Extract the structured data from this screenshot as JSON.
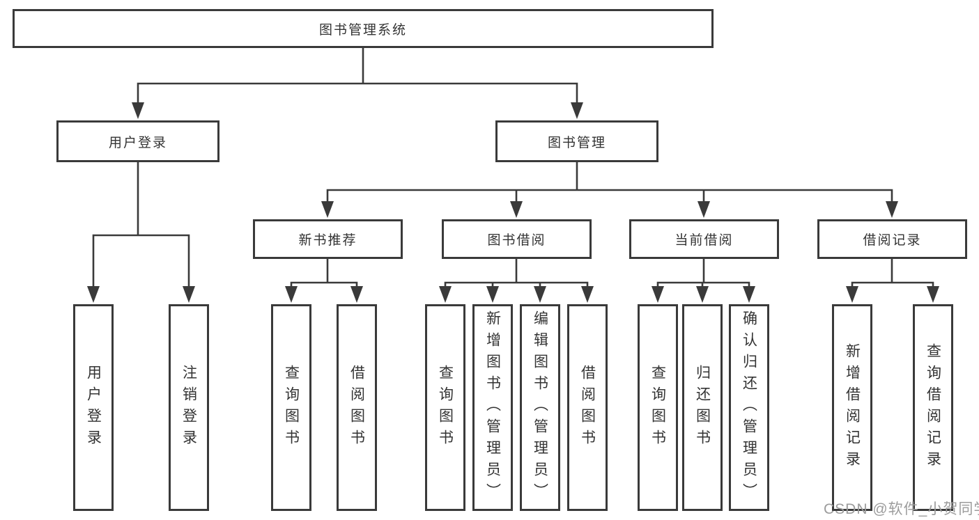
{
  "diagram_title": "图书管理系统",
  "tree": {
    "label": "图书管理系统",
    "children": [
      {
        "label": "用户登录",
        "children": [
          {
            "label": "用户登录"
          },
          {
            "label": "注销登录"
          }
        ]
      },
      {
        "label": "图书管理",
        "children": [
          {
            "label": "新书推荐",
            "children": [
              {
                "label": "查询图书"
              },
              {
                "label": "借阅图书"
              }
            ]
          },
          {
            "label": "图书借阅",
            "children": [
              {
                "label": "查询图书"
              },
              {
                "label": "新增图书（管理员）"
              },
              {
                "label": "编辑图书（管理员）"
              },
              {
                "label": "借阅图书"
              }
            ]
          },
          {
            "label": "当前借阅",
            "children": [
              {
                "label": "查询图书"
              },
              {
                "label": "归还图书"
              },
              {
                "label": "确认归还（管理员）"
              }
            ]
          },
          {
            "label": "借阅记录",
            "children": [
              {
                "label": "新增借阅记录"
              },
              {
                "label": "查询借阅记录"
              }
            ]
          }
        ]
      }
    ]
  },
  "watermark": {
    "text": "CSDN @软件_小贺同学"
  },
  "colors": {
    "line": "#3a3a3a",
    "box_border": "#3a3a3a",
    "text": "#333333",
    "watermark": "#9c9c9c",
    "background": "#ffffff"
  }
}
